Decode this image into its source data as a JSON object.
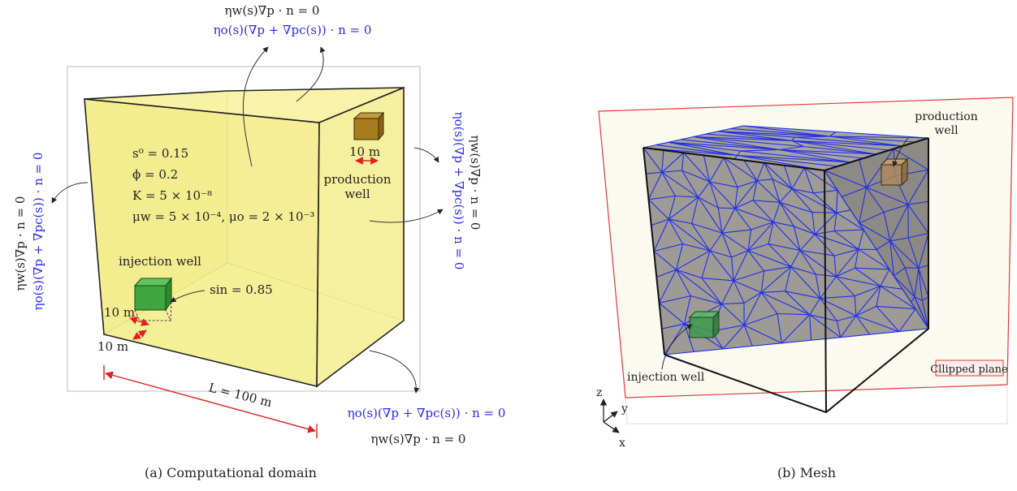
{
  "left_panel": {
    "caption": "(a) Computational domain",
    "top_bc": {
      "water": "ηw(s)∇p · n = 0",
      "oil": "ηo(s)(∇p + ∇pc(s)) · n = 0"
    },
    "left_bc": {
      "water": "ηw(s)∇p · n = 0",
      "oil": "ηo(s)(∇p + ∇pc(s)) · n = 0"
    },
    "right_bc": {
      "oil": "ηo(s)(∇p + ∇pc(s)) · n = 0",
      "water": "ηw(s)∇p · n = 0"
    },
    "bottom_bc": {
      "oil": "ηo(s)(∇p + ∇pc(s)) · n = 0",
      "water": "ηw(s)∇p · n = 0"
    },
    "parameters": [
      "s⁰ = 0.15",
      "ϕ = 0.2",
      "K = 5 × 10⁻⁸",
      "μw = 5 × 10⁻⁴, μo = 2 × 10⁻³"
    ],
    "production_well": {
      "size": "10 m",
      "line1": "production",
      "line2": "well"
    },
    "injection_well": {
      "label": "injection well",
      "s_in": "sin = 0.85",
      "size_a": "10 m",
      "size_b": "10 m"
    },
    "length": "L = 100 m",
    "colors": {
      "domain_fill": "#f7f2a0",
      "injection": "#3fa63f",
      "production": "#a67c1e",
      "dimension": "#e02020",
      "bc_blue": "#2a2af0"
    }
  },
  "right_panel": {
    "caption": "(b) Mesh",
    "production_well": {
      "line1": "production",
      "line2": "well"
    },
    "injection_well": "injection well",
    "clipped_plane": "Cllipped plane",
    "axes": {
      "z": "z",
      "y": "y",
      "x": "x"
    },
    "colors": {
      "mesh_edges": "#1f2fe6",
      "mesh_fill": "#9e9a96",
      "plane_border": "#e03a3a"
    }
  }
}
